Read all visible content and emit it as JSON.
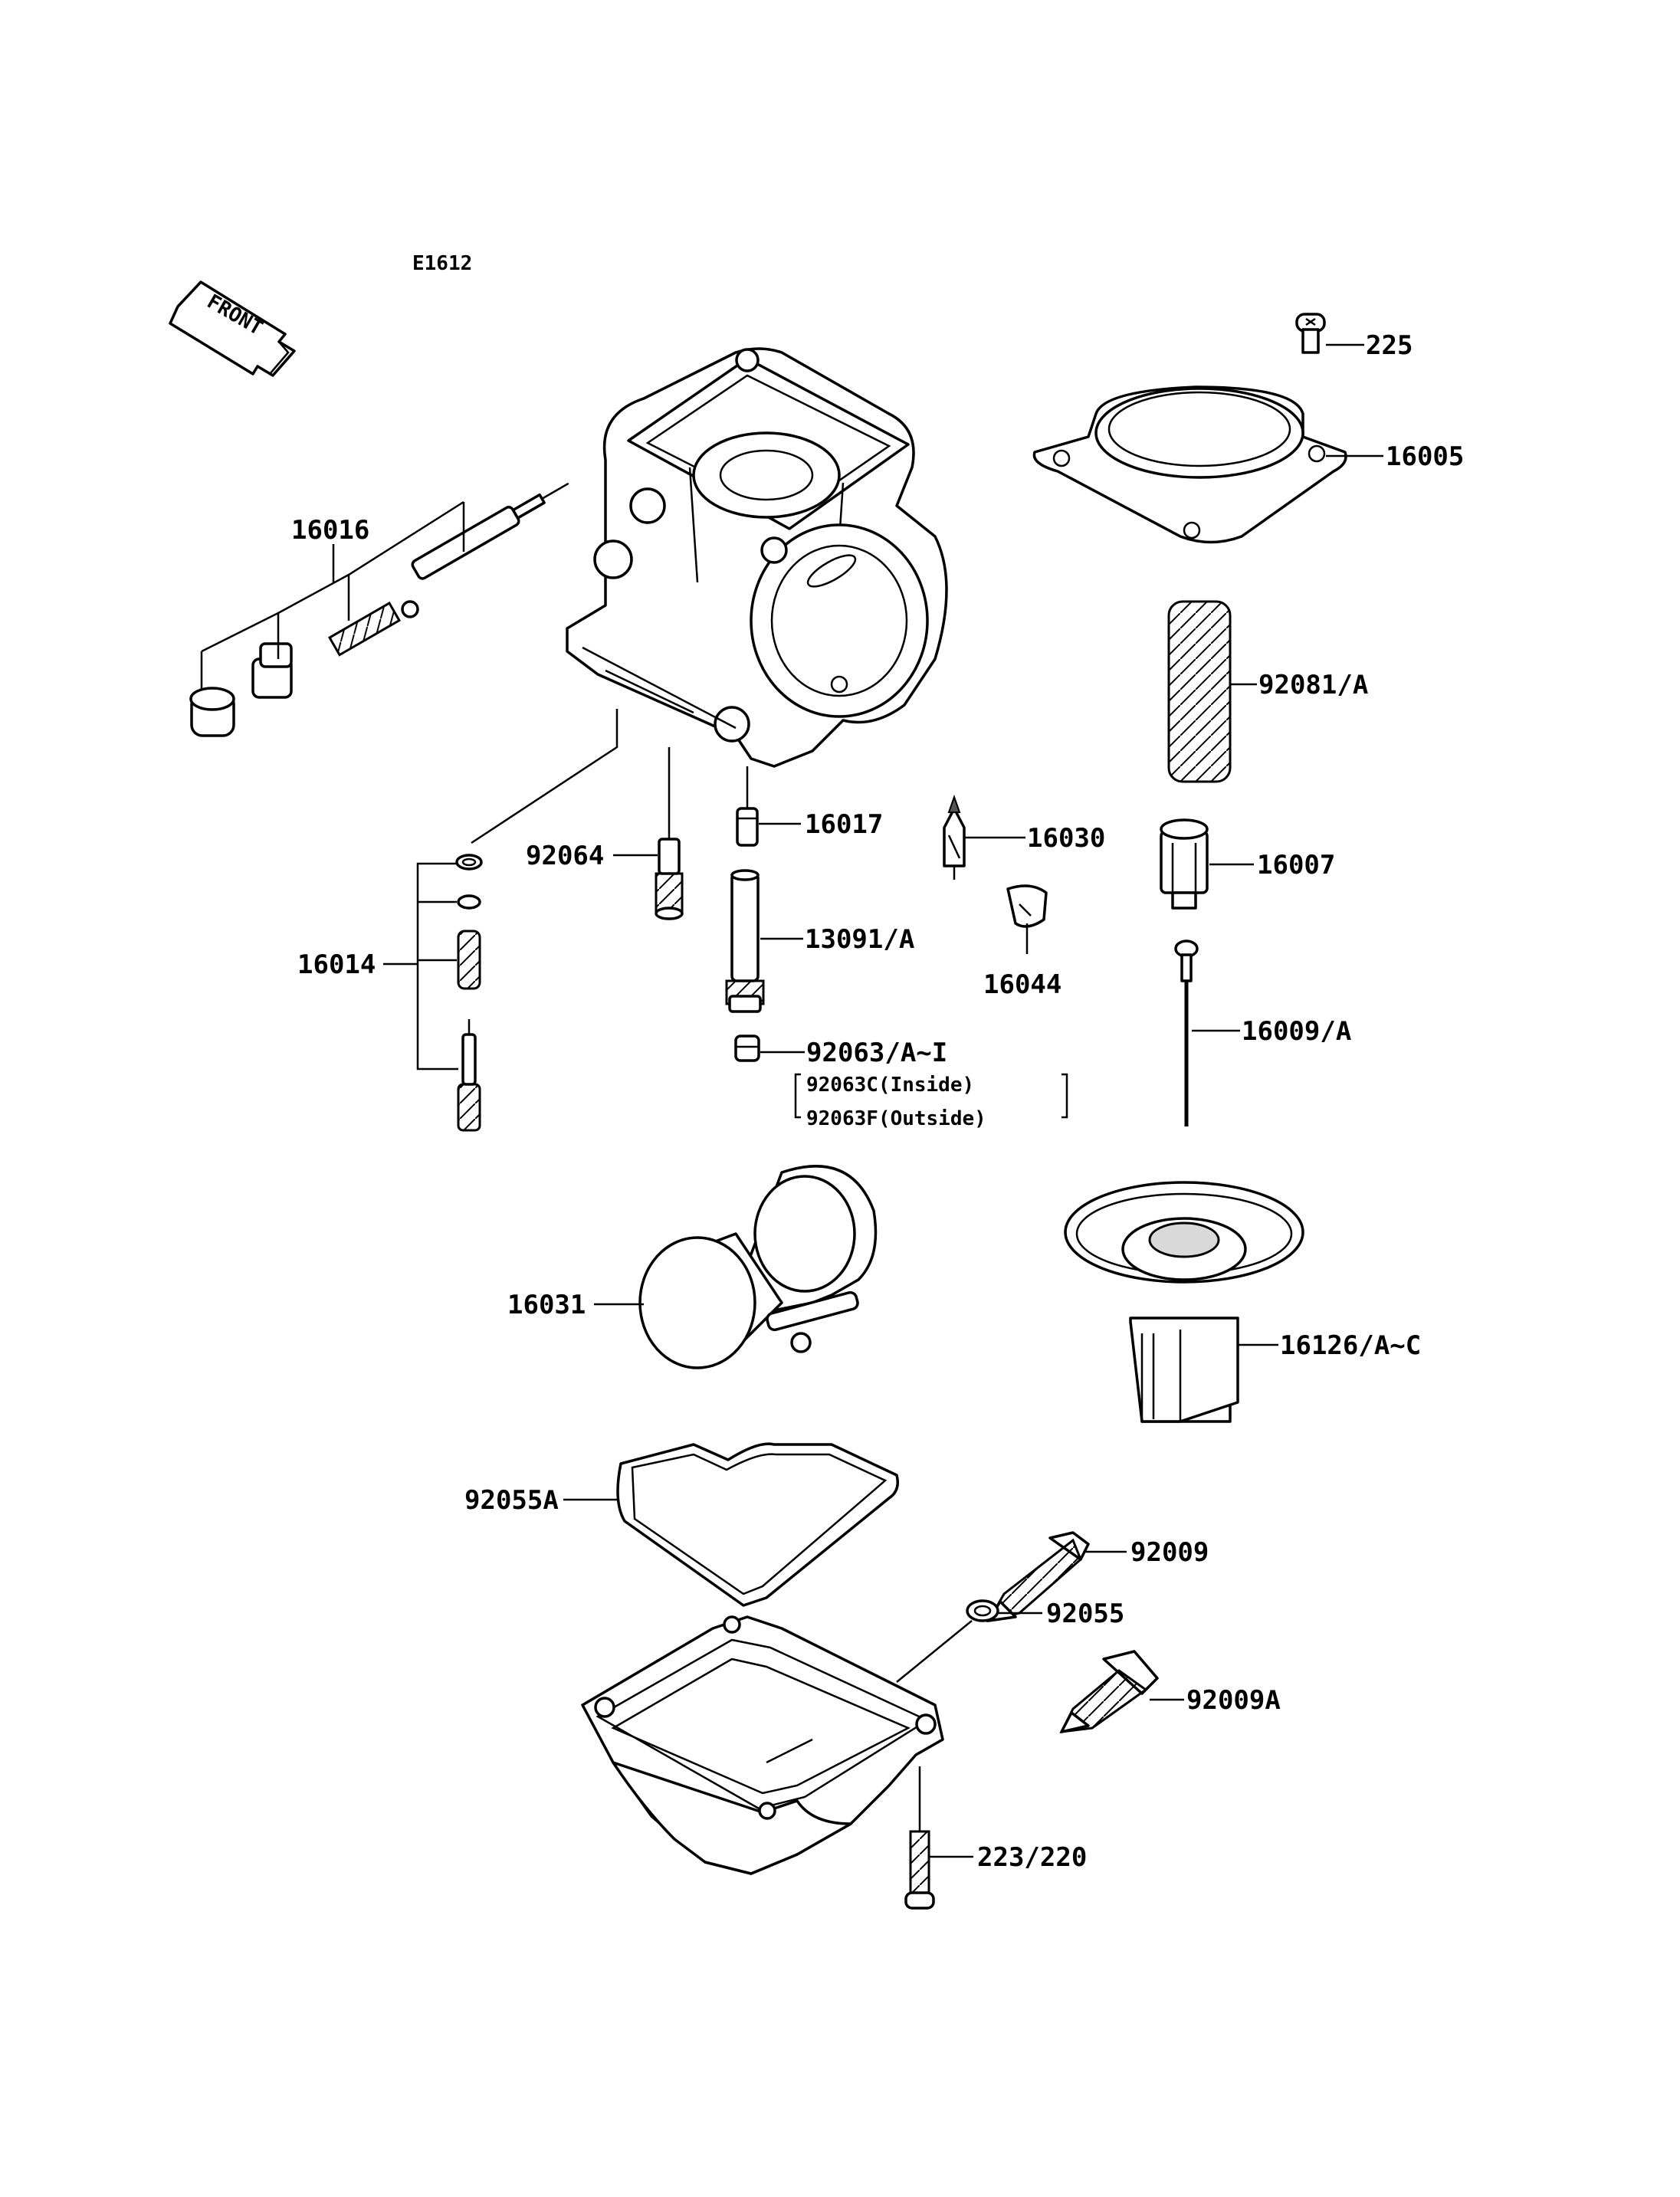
{
  "diagram": {
    "code": "E1612",
    "front_label": "FRONT",
    "labels": {
      "p225": "225",
      "p16005": "16005",
      "p16016": "16016",
      "p92081a": "92081/A",
      "p16017": "16017",
      "p16030": "16030",
      "p92064": "92064",
      "p16007": "16007",
      "p13091a": "13091/A",
      "p16014": "16014",
      "p16044": "16044",
      "p16009a": "16009/A",
      "p92063": "92063/A~I",
      "p92063c": "92063C(Inside)",
      "p92063f": "92063F(Outside)",
      "p16031": "16031",
      "p16126": "16126/A~C",
      "p92055a": "92055A",
      "p92009": "92009",
      "p92055": "92055",
      "p92009a": "92009A",
      "p223": "223/220"
    }
  }
}
